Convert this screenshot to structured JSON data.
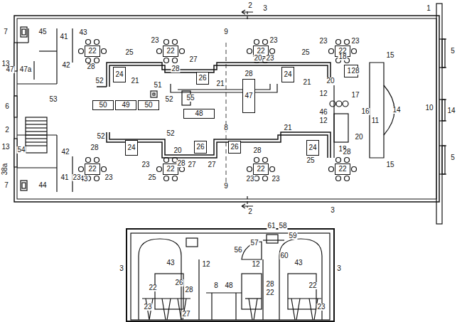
{
  "diagram": {
    "nodes": [
      {
        "text": [
          "22"
        ]
      },
      {
        "text": [
          "22"
        ]
      },
      {
        "text": [
          "22"
        ]
      },
      {
        "text": [
          "22"
        ]
      },
      {
        "text": [
          "24"
        ]
      },
      {
        "text": [
          "24"
        ]
      },
      {
        "text": [
          "24"
        ]
      },
      {
        "text": [
          "24"
        ]
      },
      {
        "text": [
          "26"
        ]
      },
      {
        "text": [
          "26"
        ]
      },
      {
        "text": [
          "26"
        ]
      },
      {
        "text": [
          "22"
        ]
      },
      {
        "text": [
          "22"
        ]
      },
      {
        "text": [
          "22"
        ]
      },
      {
        "text": [
          "22"
        ]
      },
      {
        "text": [
          "50"
        ]
      },
      {
        "text": [
          "49"
        ]
      },
      {
        "text": [
          "50"
        ]
      },
      {
        "text": [
          "48"
        ]
      },
      {
        "text": [
          "47"
        ]
      },
      {
        "text": [
          "19"
        ]
      }
    ],
    "labels": [
      "3",
      "1",
      "2",
      "2",
      "3",
      "7",
      "45",
      "41",
      "43",
      "42",
      "13",
      "47",
      "47a",
      "6",
      "2",
      "13",
      "54",
      "7",
      "44",
      "41",
      "42",
      "43",
      "38a",
      "5",
      "14",
      "5",
      "10",
      "14",
      "15",
      "15",
      "16",
      "17",
      "11",
      "18",
      "18",
      "20",
      "20",
      "12",
      "12",
      "9",
      "9",
      "8",
      "53",
      "51",
      "52",
      "52",
      "52",
      "52",
      "55",
      "28",
      "25",
      "21",
      "28",
      "27",
      "21",
      "28",
      "20",
      "23",
      "25",
      "21",
      "23",
      "23",
      "28",
      "23",
      "23",
      "28",
      "20",
      "28",
      "21",
      "28",
      "28",
      "23",
      "25",
      "27",
      "27",
      "23",
      "23",
      "25",
      "23",
      "23",
      "46",
      "61",
      "58",
      "59",
      "57",
      "56",
      "60",
      "3",
      "3",
      "43",
      "43",
      "12",
      "12",
      "22",
      "26",
      "28",
      "23",
      "27",
      "8",
      "48",
      "28",
      "22",
      "22",
      "23"
    ]
  }
}
